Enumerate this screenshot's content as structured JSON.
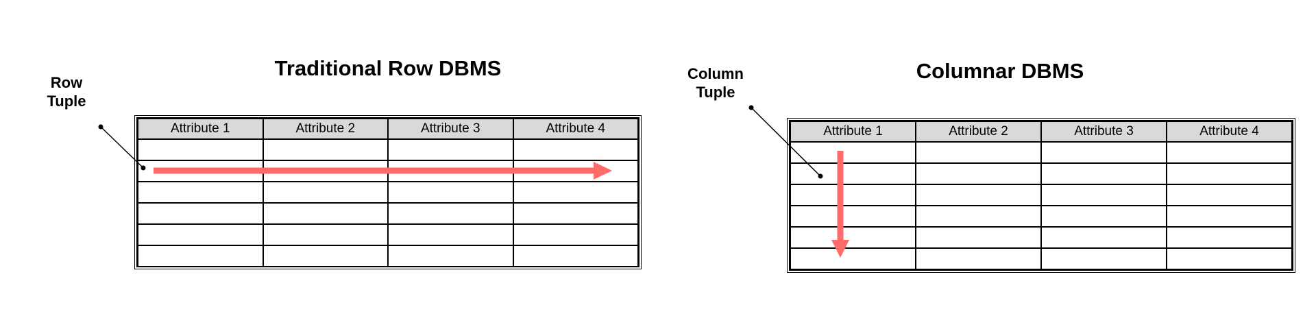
{
  "left": {
    "title": "Traditional Row DBMS",
    "callout_line1": "Row",
    "callout_line2": "Tuple",
    "headers": [
      "Attribute 1",
      "Attribute 2",
      "Attribute 3",
      "Attribute 4"
    ],
    "rows": [
      [
        "",
        "",
        "",
        ""
      ],
      [
        "",
        "",
        "",
        ""
      ],
      [
        "",
        "",
        "",
        ""
      ],
      [
        "",
        "",
        "",
        ""
      ],
      [
        "",
        "",
        "",
        ""
      ],
      [
        "",
        "",
        "",
        ""
      ]
    ]
  },
  "right": {
    "title": "Columnar DBMS",
    "callout_line1": "Column",
    "callout_line2": "Tuple",
    "headers": [
      "Attribute 1",
      "Attribute 2",
      "Attribute 3",
      "Attribute 4"
    ],
    "rows": [
      [
        "",
        "",
        "",
        ""
      ],
      [
        "",
        "",
        "",
        ""
      ],
      [
        "",
        "",
        "",
        ""
      ],
      [
        "",
        "",
        "",
        ""
      ],
      [
        "",
        "",
        "",
        ""
      ],
      [
        "",
        "",
        "",
        ""
      ]
    ]
  },
  "colors": {
    "arrow": "#ff6b6b",
    "header_fill": "#d9d9d9",
    "line": "#000000"
  }
}
